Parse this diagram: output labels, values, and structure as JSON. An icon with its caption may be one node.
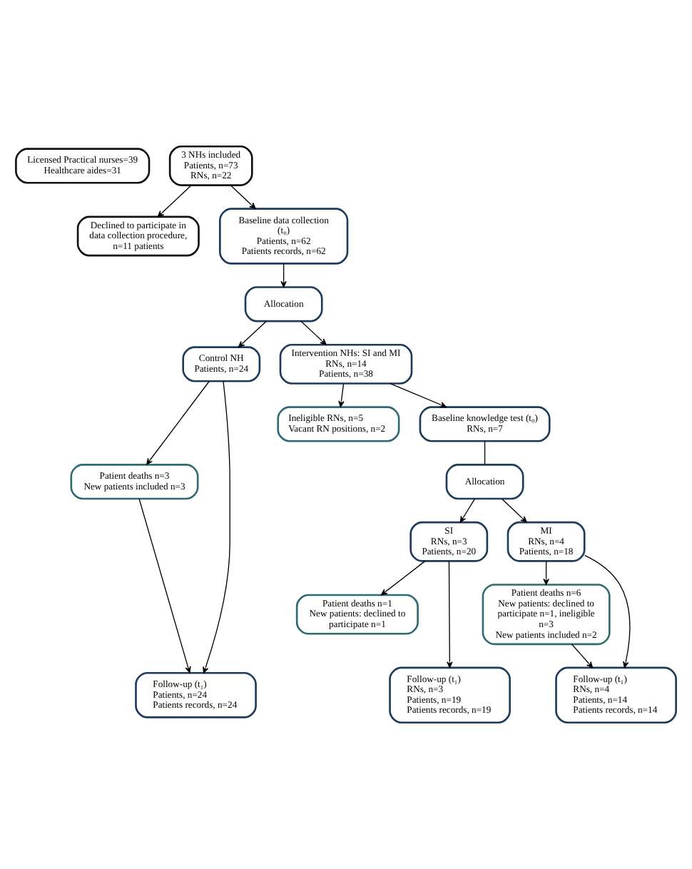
{
  "diagram": {
    "nodes": [
      {
        "text": [
          "Licensed Practical nurses=39",
          "Healthcare aides=31"
        ]
      },
      {
        "text": [
          "3 NHs included",
          "Patients, n=73",
          "RNs, n=22"
        ]
      },
      {
        "text": [
          "Declined to participate in data collection procedure, n=11 patients"
        ]
      },
      {
        "text": [
          "Baseline data collection (t₀)",
          "Patients, n=62",
          "Patients records, n=62"
        ]
      },
      {
        "text": [
          "Allocation"
        ]
      },
      {
        "text": [
          "Control NH",
          "Patients, n=24"
        ]
      },
      {
        "text": [
          "Intervention NHs: SI and MI",
          "RNs, n=14",
          "Patients, n=38"
        ]
      },
      {
        "text": [
          "Ineligible RNs, n=5",
          "Vacant RN positions, n=2"
        ]
      },
      {
        "text": [
          "Baseline knowledge test (t₀)",
          "RNs, n=7"
        ]
      },
      {
        "text": [
          "Patient deaths n=3",
          "New patients included n=3"
        ]
      },
      {
        "text": [
          "Allocation"
        ]
      },
      {
        "text": [
          "SI",
          "RNs, n=3",
          "Patients, n=20"
        ]
      },
      {
        "text": [
          "MI",
          "RNs, n=4",
          "Patients, n=18"
        ]
      },
      {
        "text": [
          "Patient deaths n=1",
          "New patients: declined to participate n=1"
        ]
      },
      {
        "text": [
          "Patient deaths n=6",
          "New patients: declined to participate n=1, ineligible n=3",
          "New patients included n=2"
        ]
      },
      {
        "text": [
          "Follow-up (t₁)",
          "Patients, n=24",
          "Patients records, n=24"
        ]
      },
      {
        "text": [
          "Follow-up (t₁)",
          "RNs, n=3",
          "Patients, n=19",
          "Patients records, n=19"
        ]
      },
      {
        "text": [
          "Follow-up (t₁)",
          "RNs, n=4",
          "Patients, n=14",
          "Patients records, n=14"
        ]
      }
    ],
    "edges": [
      {
        "from": 1,
        "to": 3,
        "arrow": "to"
      },
      {
        "from": 1,
        "to": 2,
        "arrow": "to"
      },
      {
        "from": 3,
        "to": 4,
        "arrow": "to"
      },
      {
        "from": 4,
        "to": 5,
        "arrow": "to"
      },
      {
        "from": 4,
        "to": 6,
        "arrow": "to"
      },
      {
        "from": 6,
        "to": 7,
        "arrow": "to"
      },
      {
        "from": 6,
        "to": 8,
        "arrow": "to"
      },
      {
        "from": 5,
        "to": 9,
        "arrow": "to"
      },
      {
        "from": 9,
        "to": 15,
        "arrow": "to"
      },
      {
        "from": 8,
        "to": 10,
        "arrow": "none"
      },
      {
        "from": 10,
        "to": 11,
        "arrow": "to"
      },
      {
        "from": 10,
        "to": 12,
        "arrow": "to"
      },
      {
        "from": 11,
        "to": 13,
        "arrow": "to"
      },
      {
        "from": 12,
        "to": 14,
        "arrow": "to"
      },
      {
        "from": 14,
        "to": 17,
        "arrow": "to"
      },
      {
        "from": 5,
        "to": 15,
        "arrow": "to"
      },
      {
        "from": 11,
        "to": 16,
        "arrow": "to"
      },
      {
        "from": 12,
        "to": 17,
        "arrow": "to"
      }
    ]
  }
}
